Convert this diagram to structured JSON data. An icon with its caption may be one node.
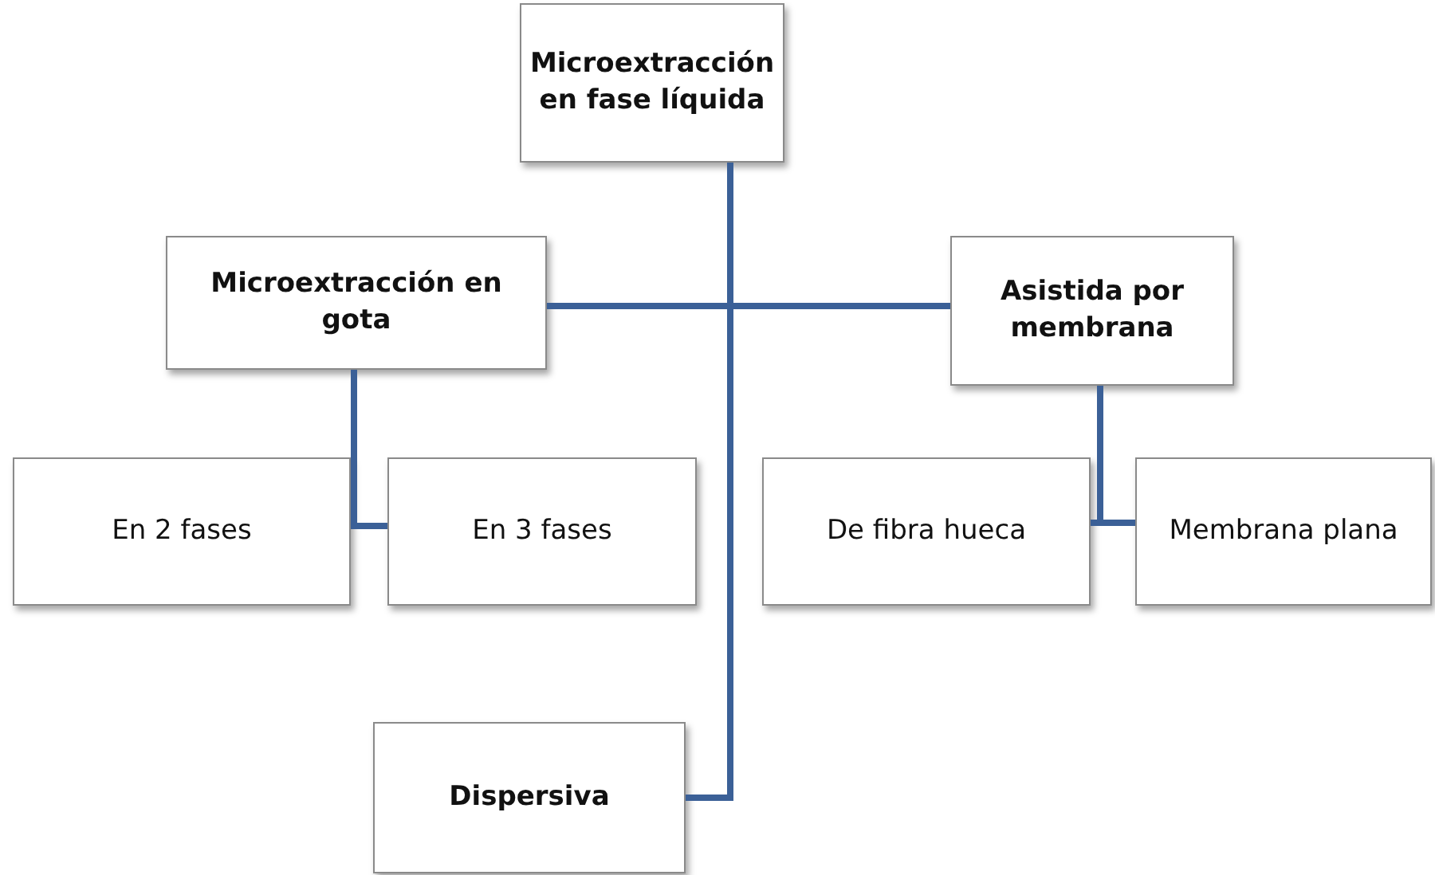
{
  "diagram": {
    "nodes": [
      {
        "text": [
          "Microextracción en fase líquida"
        ]
      },
      {
        "text": [
          "Microextracción en gota"
        ]
      },
      {
        "text": [
          "Asistida por membrana"
        ]
      },
      {
        "text": [
          "En 2 fases"
        ]
      },
      {
        "text": [
          "En 3 fases"
        ]
      },
      {
        "text": [
          "De fibra hueca"
        ]
      },
      {
        "text": [
          "Membrana plana"
        ]
      },
      {
        "text": [
          "Dispersiva"
        ]
      }
    ],
    "edges": [
      {
        "from": 0,
        "to": 1,
        "arrow": "none"
      },
      {
        "from": 0,
        "to": 2,
        "arrow": "none"
      },
      {
        "from": 0,
        "to": 7,
        "arrow": "none"
      },
      {
        "from": 1,
        "to": 3,
        "arrow": "none"
      },
      {
        "from": 1,
        "to": 4,
        "arrow": "none"
      },
      {
        "from": 2,
        "to": 5,
        "arrow": "none"
      },
      {
        "from": 2,
        "to": 6,
        "arrow": "none"
      }
    ]
  }
}
